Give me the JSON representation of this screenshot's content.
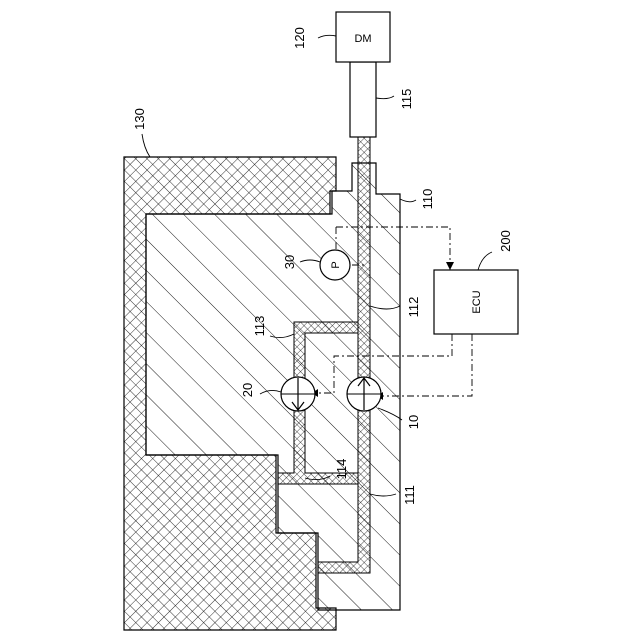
{
  "components": {
    "dm": {
      "text": "DM",
      "ref": "120"
    },
    "shaft": {
      "ref": "115"
    },
    "ecu": {
      "text": "ECU",
      "ref": "200"
    },
    "pressure_sensor": {
      "text": "P",
      "ref": "30"
    },
    "housing": {
      "ref": "130"
    },
    "block": {
      "ref": "110"
    },
    "passage_main": {
      "ref": "111"
    },
    "passage_upper": {
      "ref": "112"
    },
    "passage_bypass": {
      "ref": "113"
    },
    "passage_lower": {
      "ref": "114"
    },
    "valve_main": {
      "ref": "10"
    },
    "valve_bypass": {
      "ref": "20"
    }
  }
}
